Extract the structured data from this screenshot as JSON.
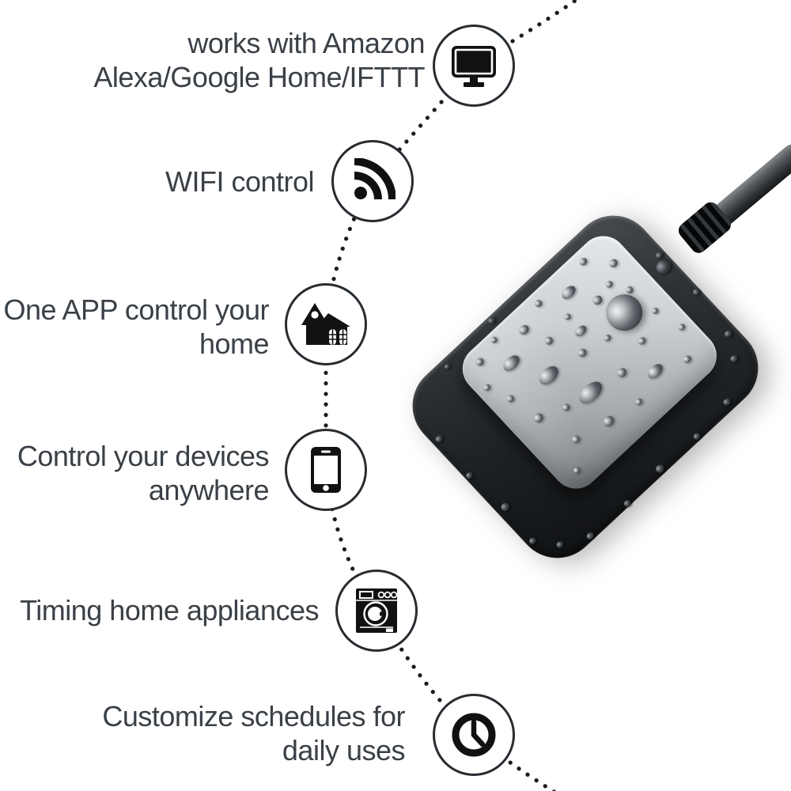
{
  "features": [
    {
      "lines": [
        "works with Amazon",
        "Alexa/Google Home/IFTTT"
      ],
      "icon": "monitor-icon"
    },
    {
      "lines": [
        "WIFI control"
      ],
      "icon": "wifi-icon"
    },
    {
      "lines": [
        "One APP control your",
        "home"
      ],
      "icon": "home-icon"
    },
    {
      "lines": [
        "Control your devices",
        "anywhere"
      ],
      "icon": "smartphone-icon"
    },
    {
      "lines": [
        "Timing home appliances"
      ],
      "icon": "washing-machine-icon"
    },
    {
      "lines": [
        "Customize schedules for",
        "daily uses"
      ],
      "icon": "clock-icon"
    }
  ],
  "colors": {
    "background": "#ffffff",
    "text": "#3a4046",
    "icon": "#111111",
    "circle_border": "#272c31",
    "dots": "#1b1b1b",
    "device_body_dark": "#1d2023",
    "device_face_light": "#e6e9eb",
    "device_face_dark": "#7b8085"
  },
  "device": {
    "description": "black waterproof smart wifi switch box covered in water droplets, power cable exiting to top right",
    "dome": [
      206,
      97,
      46
    ],
    "droplets": [
      [
        30,
        18,
        10,
        10
      ],
      [
        62,
        10,
        8,
        8
      ],
      [
        98,
        26,
        13,
        11
      ],
      [
        134,
        14,
        9,
        9
      ],
      [
        172,
        30,
        20,
        13
      ],
      [
        212,
        14,
        10,
        9
      ],
      [
        238,
        42,
        11,
        10
      ],
      [
        58,
        46,
        24,
        15
      ],
      [
        112,
        58,
        10,
        10
      ],
      [
        150,
        52,
        8,
        8
      ],
      [
        192,
        62,
        12,
        11
      ],
      [
        230,
        80,
        9,
        9
      ],
      [
        26,
        78,
        9,
        9
      ],
      [
        82,
        90,
        28,
        18
      ],
      [
        132,
        98,
        11,
        10
      ],
      [
        168,
        106,
        9,
        8
      ],
      [
        36,
        120,
        12,
        11
      ],
      [
        70,
        134,
        9,
        9
      ],
      [
        106,
        142,
        34,
        20
      ],
      [
        152,
        150,
        12,
        11
      ],
      [
        198,
        138,
        10,
        9
      ],
      [
        236,
        122,
        8,
        8
      ],
      [
        52,
        172,
        10,
        9
      ],
      [
        98,
        184,
        14,
        12
      ],
      [
        142,
        192,
        9,
        8
      ],
      [
        184,
        178,
        22,
        14
      ],
      [
        224,
        194,
        10,
        9
      ],
      [
        26,
        202,
        8,
        8
      ],
      [
        150,
        76,
        16,
        11
      ],
      [
        216,
        58,
        9,
        8
      ],
      [
        246,
        160,
        9,
        8
      ],
      [
        14,
        48,
        9,
        8
      ]
    ],
    "edge_bumps": [
      [
        10,
        70,
        10
      ],
      [
        6,
        130,
        9
      ],
      [
        12,
        190,
        11
      ],
      [
        8,
        245,
        9
      ],
      [
        66,
        290,
        10
      ],
      [
        128,
        292,
        9
      ],
      [
        188,
        288,
        11
      ],
      [
        250,
        290,
        9
      ],
      [
        308,
        284,
        10
      ],
      [
        372,
        90,
        10
      ],
      [
        374,
        156,
        9
      ],
      [
        368,
        222,
        10
      ],
      [
        80,
        10,
        8
      ],
      [
        160,
        6,
        9
      ],
      [
        366,
        104,
        20
      ],
      [
        352,
        250,
        10
      ],
      [
        30,
        272,
        9
      ]
    ]
  }
}
